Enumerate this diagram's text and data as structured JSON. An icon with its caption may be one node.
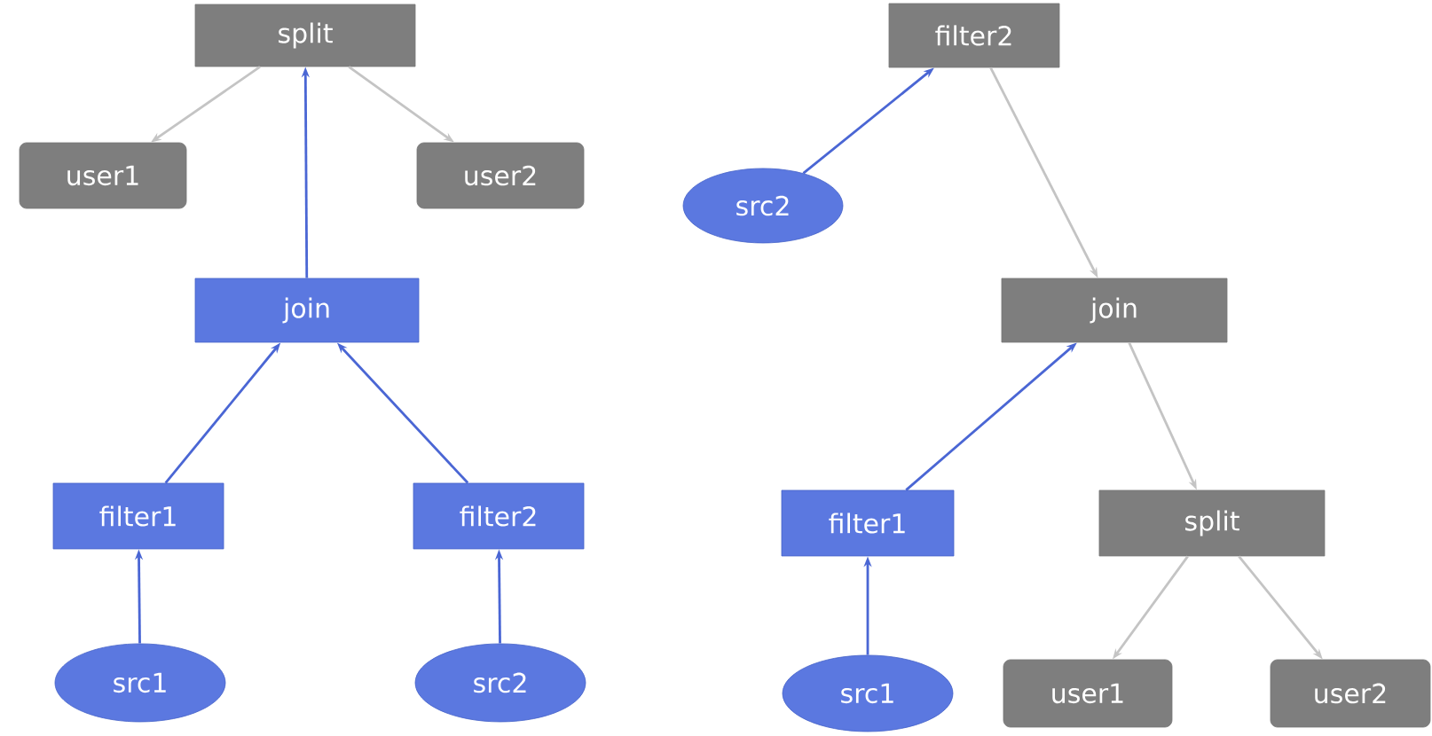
{
  "diagram": {
    "nodes": [
      {
        "text": [
          "split"
        ]
      },
      {
        "text": [
          "user1"
        ]
      },
      {
        "text": [
          "user2"
        ]
      },
      {
        "text": [
          "join"
        ]
      },
      {
        "text": [
          "filter1"
        ]
      },
      {
        "text": [
          "filter2"
        ]
      },
      {
        "text": [
          "src1"
        ]
      },
      {
        "text": [
          "src2"
        ]
      },
      {
        "text": [
          "filter2"
        ]
      },
      {
        "text": [
          "src2"
        ]
      },
      {
        "text": [
          "join"
        ]
      },
      {
        "text": [
          "filter1"
        ]
      },
      {
        "text": [
          "split"
        ]
      },
      {
        "text": [
          "src1"
        ]
      },
      {
        "text": [
          "user1"
        ]
      },
      {
        "text": [
          "user2"
        ]
      }
    ],
    "edges": [
      {
        "from": 0,
        "to": 1,
        "arrow": "to",
        "color": "#c4c4c4"
      },
      {
        "from": 0,
        "to": 2,
        "arrow": "to",
        "color": "#c4c4c4"
      },
      {
        "from": 3,
        "to": 0,
        "arrow": "to"
      },
      {
        "from": 4,
        "to": 3,
        "arrow": "to"
      },
      {
        "from": 5,
        "to": 3,
        "arrow": "to"
      },
      {
        "from": 6,
        "to": 4,
        "arrow": "to"
      },
      {
        "from": 7,
        "to": 5,
        "arrow": "to"
      },
      {
        "from": 9,
        "to": 8,
        "arrow": "to"
      },
      {
        "from": 8,
        "to": 10,
        "arrow": "to",
        "color": "#c4c4c4"
      },
      {
        "from": 11,
        "to": 10,
        "arrow": "to"
      },
      {
        "from": 10,
        "to": 12,
        "arrow": "to",
        "color": "#c4c4c4"
      },
      {
        "from": 13,
        "to": 11,
        "arrow": "to"
      },
      {
        "from": 12,
        "to": 14,
        "arrow": "to",
        "color": "#c4c4c4"
      },
      {
        "from": 12,
        "to": 15,
        "arrow": "to",
        "color": "#c4c4c4"
      }
    ]
  }
}
